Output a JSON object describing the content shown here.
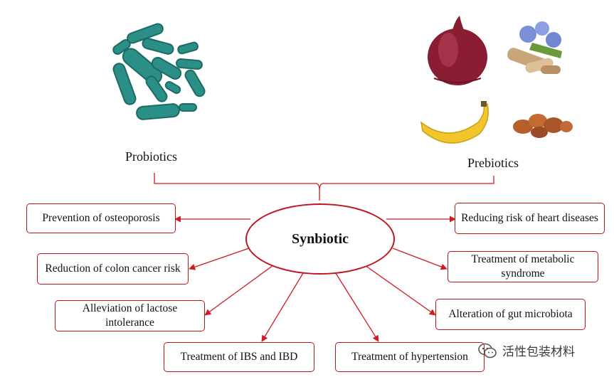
{
  "left_label": "Probiotics",
  "right_label": "Prebiotics",
  "center_label": "Synbiotic",
  "benefits": {
    "osteoporosis": "Prevention of osteoporosis",
    "colon_cancer": "Reduction of colon cancer risk",
    "lactose": "Alleviation of lactose intolerance",
    "ibs_ibd": "Treatment of IBS and IBD",
    "hypertension": "Treatment of hypertension",
    "gut_microbiota": "Alteration of gut microbiota",
    "metabolic": "Treatment of metabolic syndrome",
    "heart": "Reducing risk of heart diseases"
  },
  "watermark": "活性包装材料",
  "colors": {
    "arrow": "#d11a22",
    "box_border": "#c0151c",
    "bacteria": "#2a8f86",
    "bacteria_dark": "#1d6b64"
  }
}
